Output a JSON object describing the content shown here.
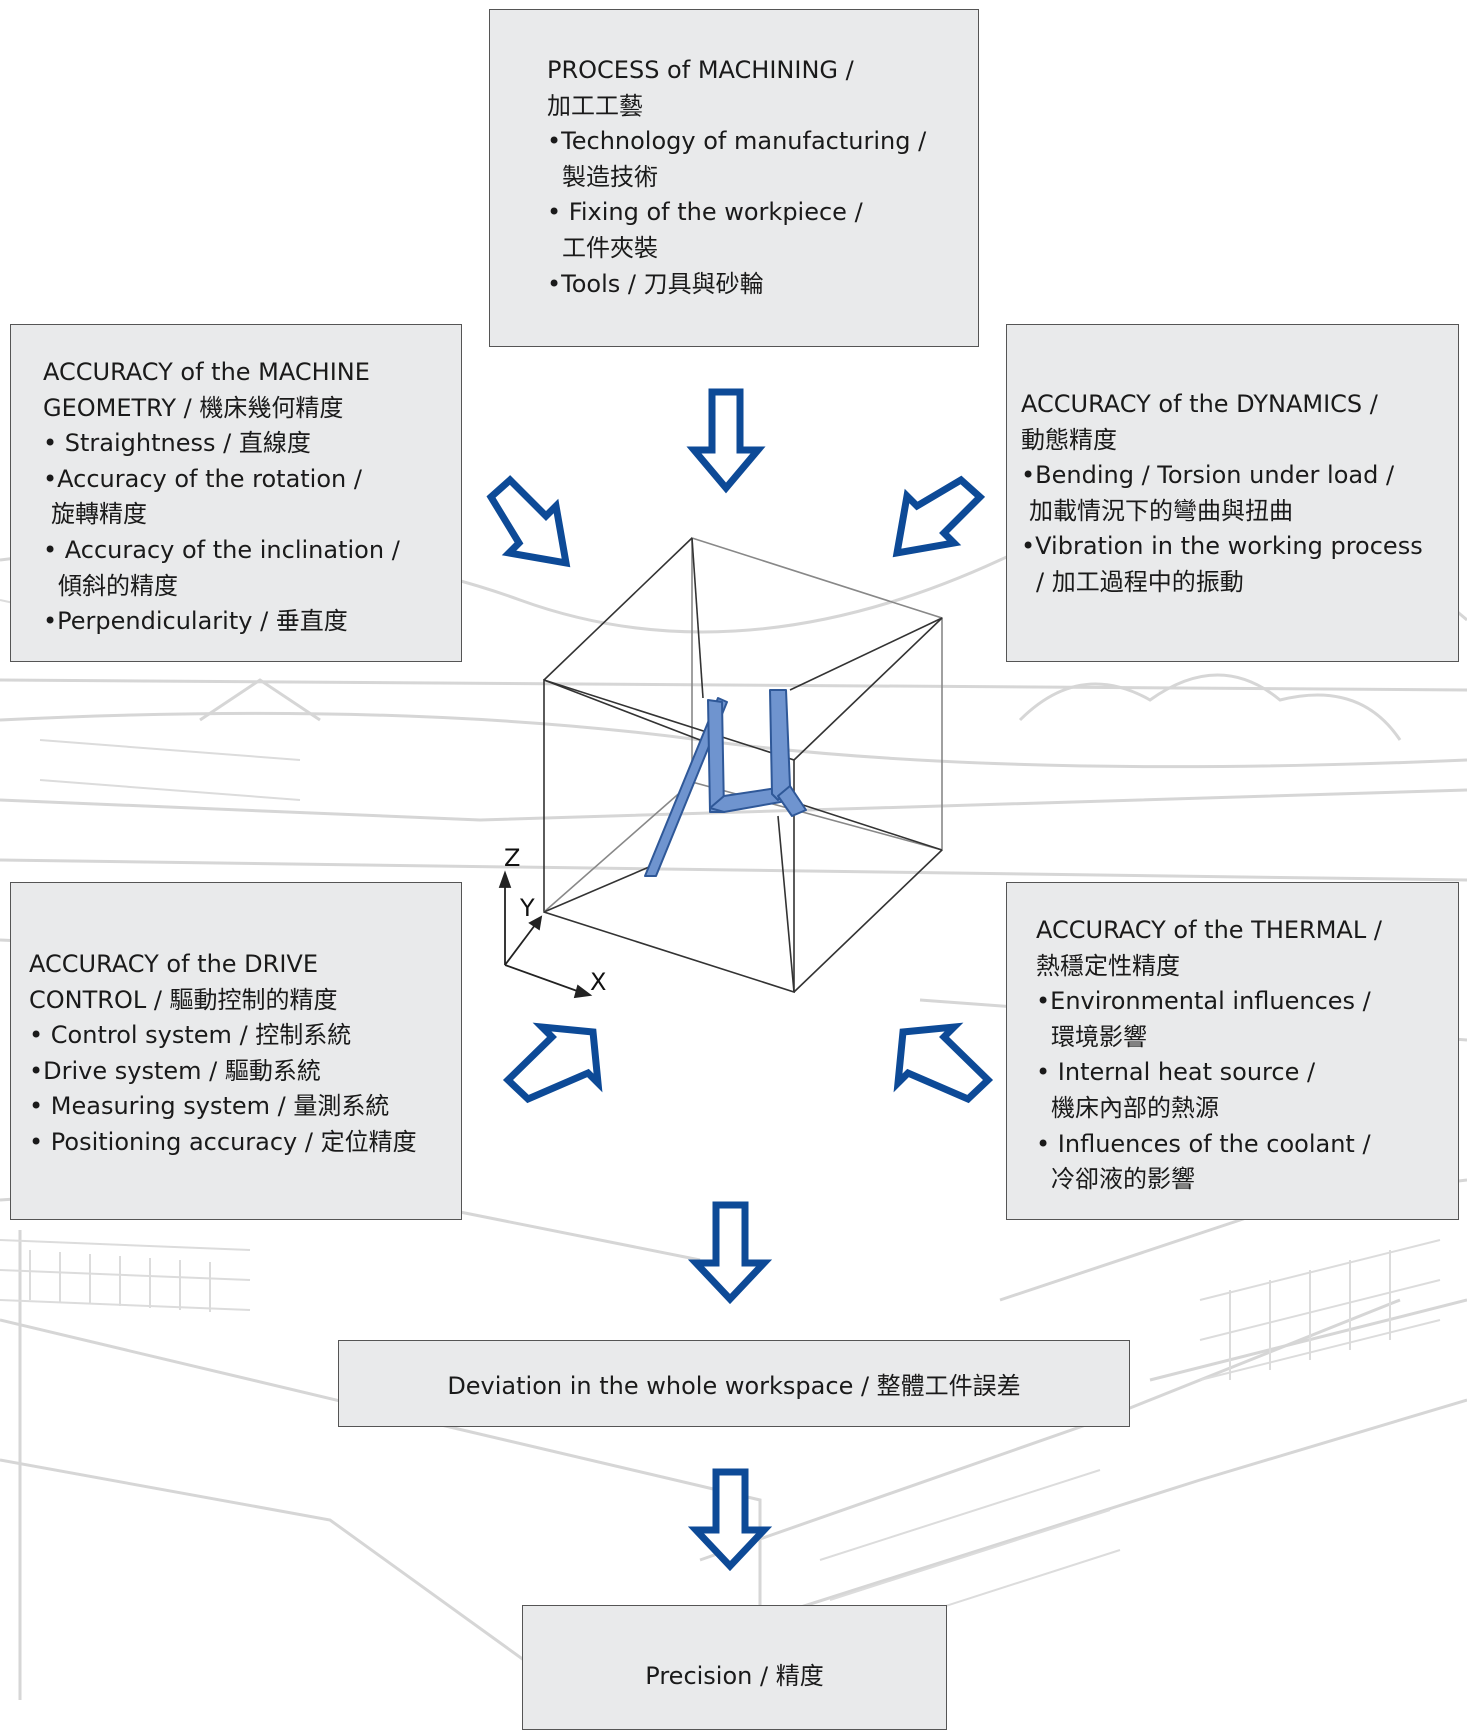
{
  "colors": {
    "box_fill": "#e9eaeb",
    "box_border": "#555555",
    "arrow_blue": "#0d4a97",
    "path_blue": "#4f79bd",
    "sketch": "#d0d0d0"
  },
  "boxes": {
    "process": {
      "title": "PROCESS of MACHINING /",
      "title_zh": "加工工藝",
      "items": [
        {
          "en": "•Technology of manufacturing /",
          "zh": "製造技術"
        },
        {
          "en": "• Fixing of the workpiece /",
          "zh": "工件夾裝"
        },
        {
          "en": "•Tools / 刀具與砂輪",
          "zh": ""
        }
      ]
    },
    "geometry": {
      "title": "ACCURACY of the MACHINE",
      "title2": "GEOMETRY / 機床幾何精度",
      "items": [
        {
          "en": "• Straightness / 直線度",
          "zh": ""
        },
        {
          "en": "•Accuracy of the rotation /",
          "zh": "旋轉精度"
        },
        {
          "en": "• Accuracy of the inclination /",
          "zh": "傾斜的精度"
        },
        {
          "en": "•Perpendicularity / 垂直度",
          "zh": ""
        }
      ]
    },
    "dynamics": {
      "title": "ACCURACY of the DYNAMICS /",
      "title_zh": "動態精度",
      "items": [
        {
          "en": "•Bending / Torsion under load /",
          "zh": "加載情況下的彎曲與扭曲"
        },
        {
          "en": "•Vibration in the working process",
          "zh": "/ 加工過程中的振動"
        }
      ]
    },
    "drive": {
      "title": "ACCURACY of the DRIVE",
      "title2": "CONTROL / 驅動控制的精度",
      "items": [
        {
          "en": "• Control system / 控制系統",
          "zh": ""
        },
        {
          "en": "•Drive system / 驅動系統",
          "zh": ""
        },
        {
          "en": "• Measuring system / 量測系統",
          "zh": ""
        },
        {
          "en": "• Positioning accuracy / 定位精度",
          "zh": ""
        }
      ]
    },
    "thermal": {
      "title": "ACCURACY of the THERMAL /",
      "title_zh": "熱穩定性精度",
      "items": [
        {
          "en": "•Environmental influences /",
          "zh": "環境影響"
        },
        {
          "en": "• Internal heat source /",
          "zh": "機床內部的熱源"
        },
        {
          "en": "• Influences of the coolant /",
          "zh": "冷卻液的影響"
        }
      ]
    },
    "deviation": {
      "label": "Deviation in the whole workspace / 整體工件誤差"
    },
    "precision": {
      "label": "Precision / 精度"
    }
  },
  "axes": {
    "z": "Z",
    "y": "Y",
    "x": "X"
  }
}
